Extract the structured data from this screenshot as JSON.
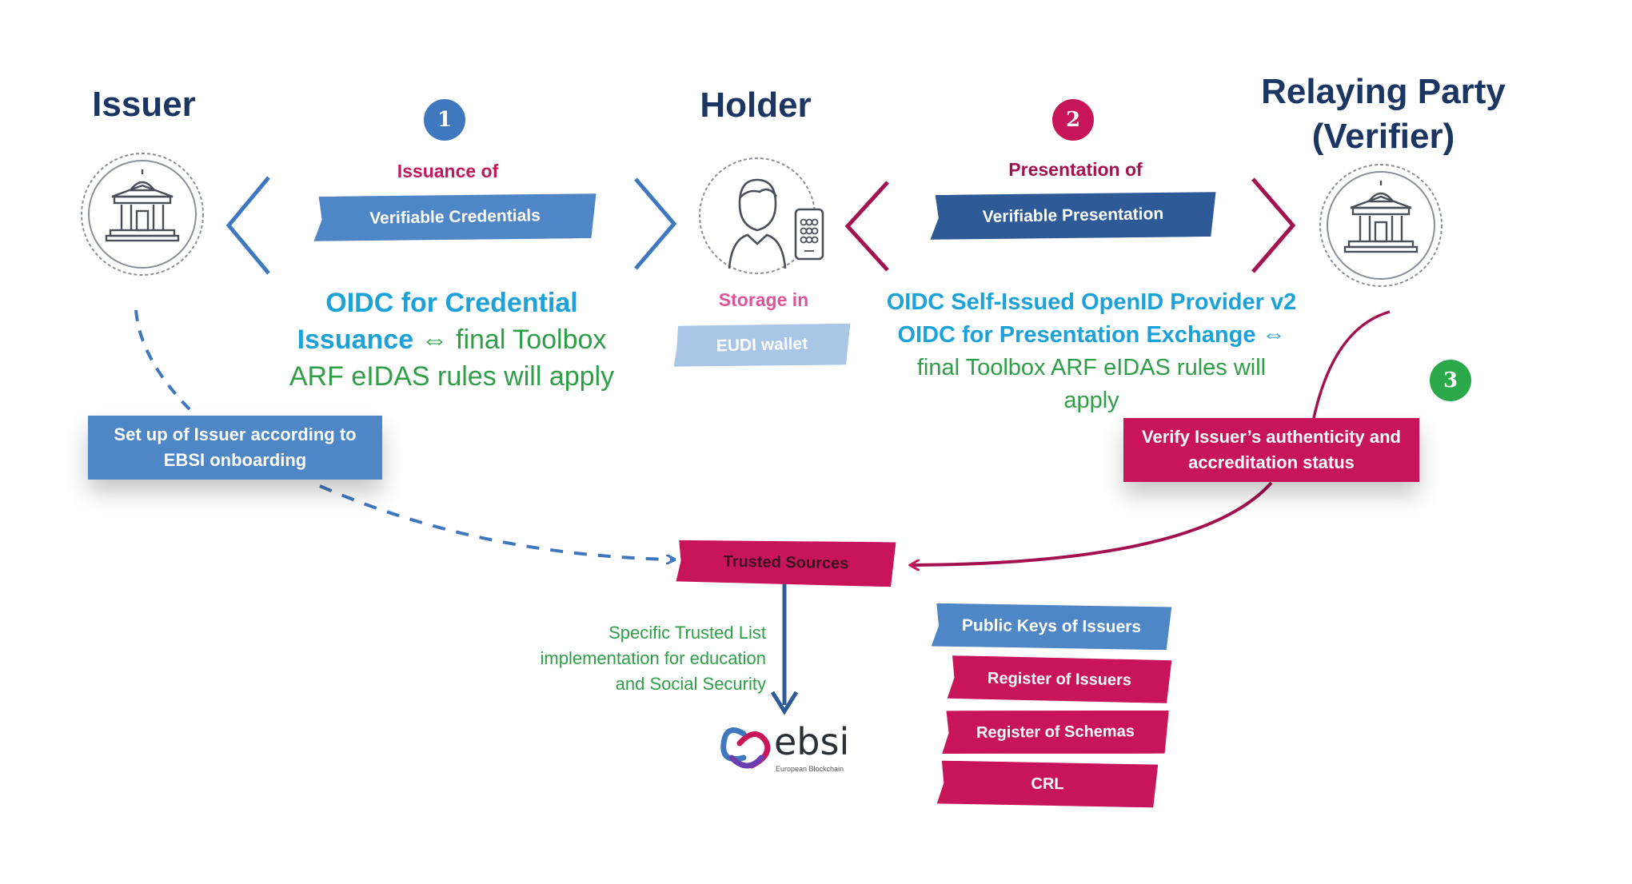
{
  "roles": {
    "issuer": "Issuer",
    "holder": "Holder",
    "relying_party_line1": "Relaying Party",
    "relying_party_line2": "(Verifier)"
  },
  "steps": [
    {
      "number": "1",
      "color": "#3f78bf",
      "caption": "Issuance of",
      "ribbon": "Verifiable Credentials"
    },
    {
      "number": "2",
      "color": "#c8155a",
      "caption": "Presentation of",
      "ribbon": "Verifiable Presentation"
    },
    {
      "number": "3",
      "color": "#2aa84a"
    }
  ],
  "holder_storage": {
    "caption": "Storage in",
    "ribbon": "EUDI wallet"
  },
  "issuance_protocol": {
    "line1": "OIDC for Credential",
    "line2_bold": "Issuance",
    "line2_rest": " ⇔ final Toolbox",
    "line3": "ARF eIDAS rules will apply"
  },
  "presentation_protocol": {
    "line1": "OIDC Self-Issued OpenID Provider v2",
    "line2": "OIDC for Presentation Exchange ⇔",
    "line3": "final Toolbox ARF eIDAS rules will",
    "line4": "apply"
  },
  "boxes": {
    "issuer_setup_line1": "Set up of Issuer according to",
    "issuer_setup_line2": "EBSI onboarding",
    "verify_line1": "Verify Issuer’s authenticity and",
    "verify_line2": "accreditation status",
    "trusted_sources": "Trusted Sources"
  },
  "trusted_list_note": {
    "line1": "Specific Trusted List",
    "line2": "implementation for education",
    "line3": "and Social Security"
  },
  "registries": [
    "Public Keys of Issuers",
    "Register of Issuers",
    "Register of Schemas",
    "CRL"
  ],
  "ebsi_logo": {
    "name": "ebsi",
    "tagline": "European Blockchain"
  },
  "colors": {
    "navy": "#1c3664",
    "blue": "#4f86c6",
    "magenta": "#c8155a",
    "green": "#2e9e47",
    "cyan": "#1ca1d8"
  }
}
